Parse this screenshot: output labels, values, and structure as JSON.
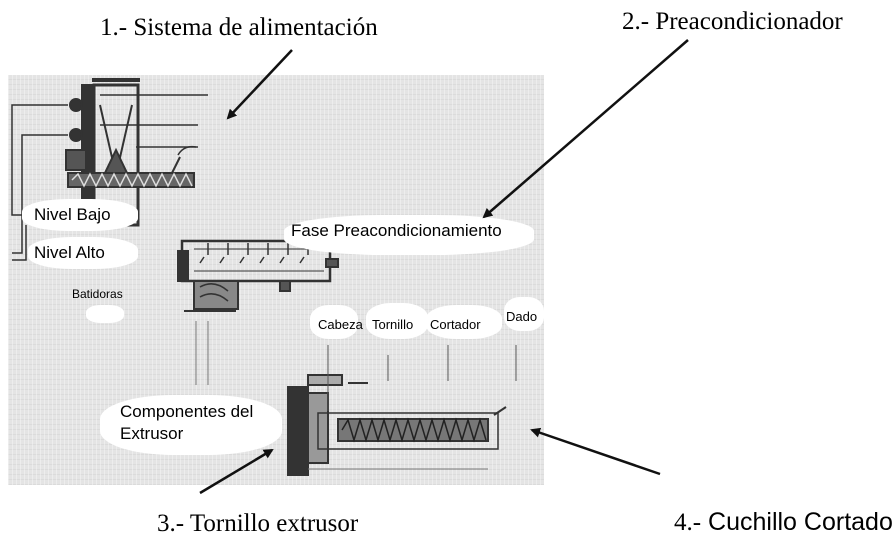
{
  "titles": {
    "feed_system": "1.- Sistema de alimentación",
    "preconditioner": "2.- Preacondicionador",
    "screw": "3.- Tornillo extrusor",
    "cutter_prefix": "4.-",
    "cutter_name": "Cuchillo Cortador"
  },
  "labels": {
    "low_level": "Nivel Bajo",
    "high_level": "Nivel Alto",
    "phase": "Fase Preacondicionamiento",
    "beaters": "Batidoras",
    "head": "Cabeza",
    "screw": "Tornillo",
    "cutter": "Cortador",
    "die": "Dado",
    "components_line1": "Componentes del",
    "components_line2": "Extrusor"
  },
  "colors": {
    "text": "#000000",
    "diagram_bg": "#e4e4e4",
    "machine_dark": "#333333",
    "label_highlight": "#ffffff"
  }
}
